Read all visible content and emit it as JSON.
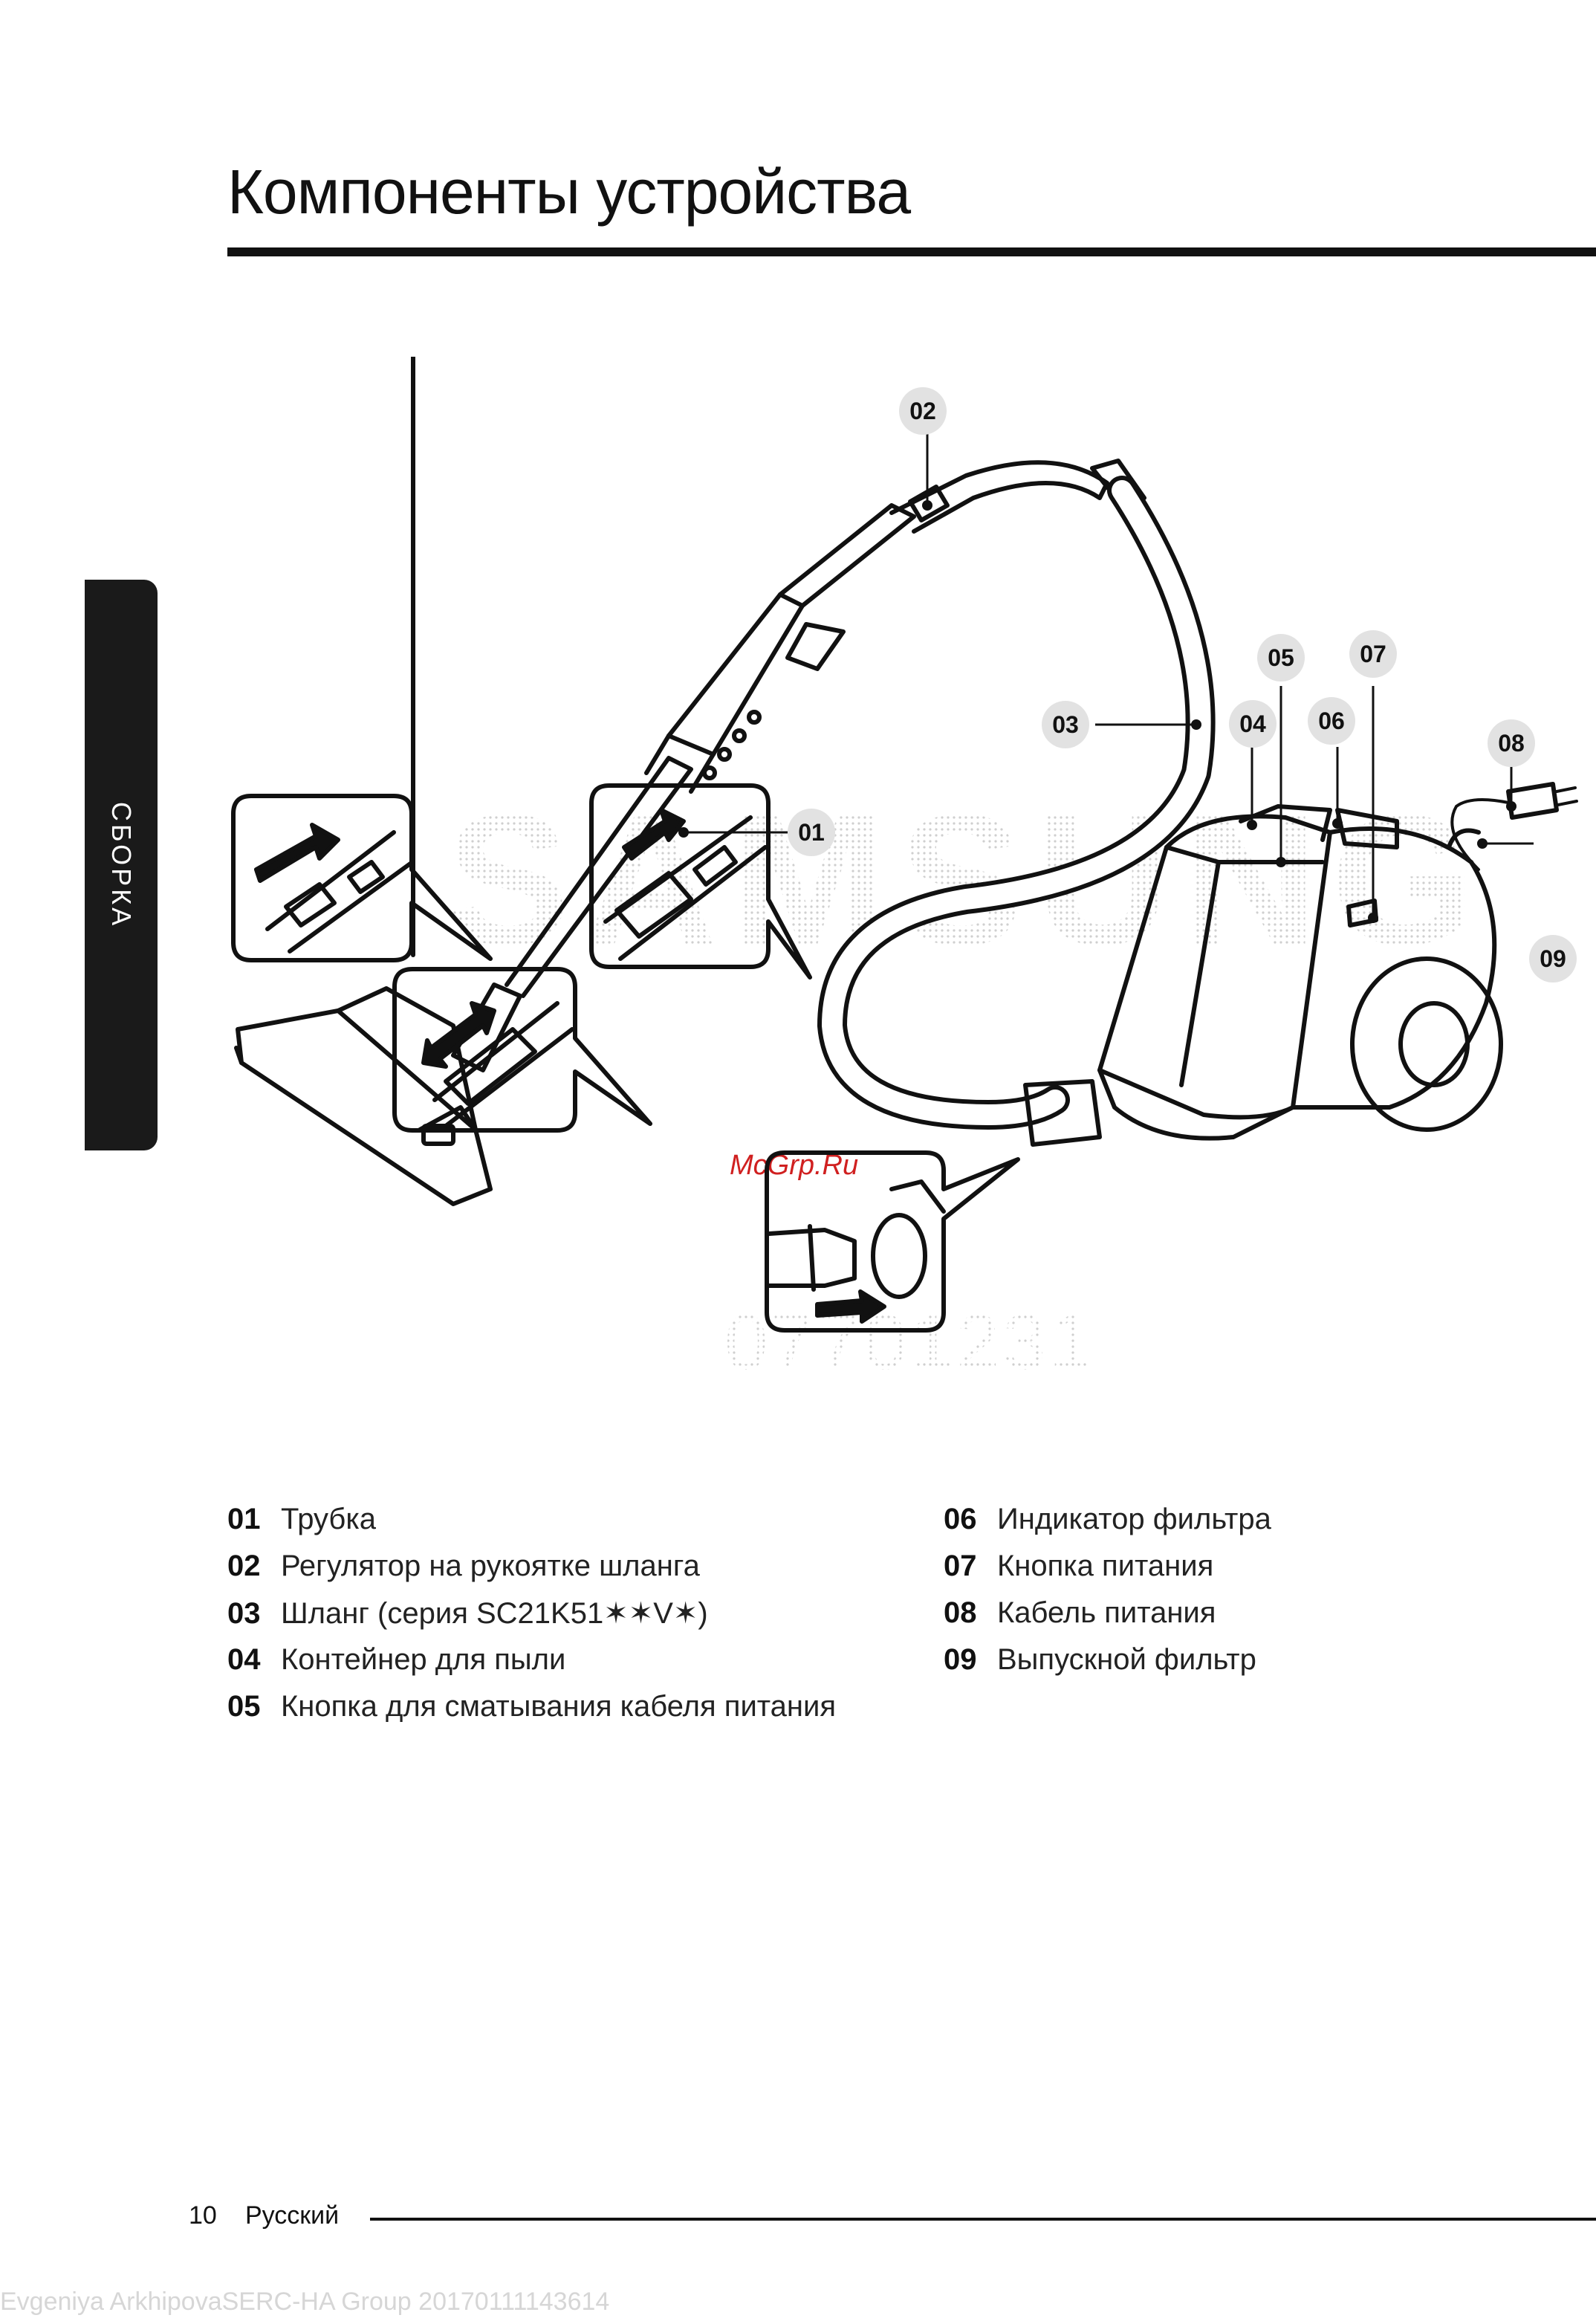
{
  "page": {
    "title": "Компоненты устройства",
    "side_tab": "СБОРКА"
  },
  "diagram": {
    "callouts": [
      "01",
      "02",
      "03",
      "04",
      "05",
      "06",
      "07",
      "08",
      "09"
    ],
    "watermark_brand": "SAMSUNG",
    "watermark_site": "McGrp.Ru",
    "watermark_number": "07701231"
  },
  "legend": {
    "left": [
      {
        "num": "01",
        "text": "Трубка"
      },
      {
        "num": "02",
        "text": "Регулятор на рукоятке шланга"
      },
      {
        "num": "03",
        "text": "Шланг (серия SC21K51✶✶V✶)"
      },
      {
        "num": "04",
        "text": "Контейнер для пыли"
      },
      {
        "num": "05",
        "text": "Кнопка для сматывания кабеля питания"
      }
    ],
    "right": [
      {
        "num": "06",
        "text": "Индикатор фильтра"
      },
      {
        "num": "07",
        "text": "Кнопка питания"
      },
      {
        "num": "08",
        "text": "Кабель питания"
      },
      {
        "num": "09",
        "text": "Выпускной фильтр"
      }
    ]
  },
  "footer": {
    "page_number": "10",
    "language": "Русский",
    "stamp": "Evgeniya ArkhipovaSERC-HA Group 20170111143614"
  },
  "colors": {
    "ink": "#111111",
    "callout_fill": "#e2e2e2",
    "tab_bg": "#1a1a1a"
  }
}
